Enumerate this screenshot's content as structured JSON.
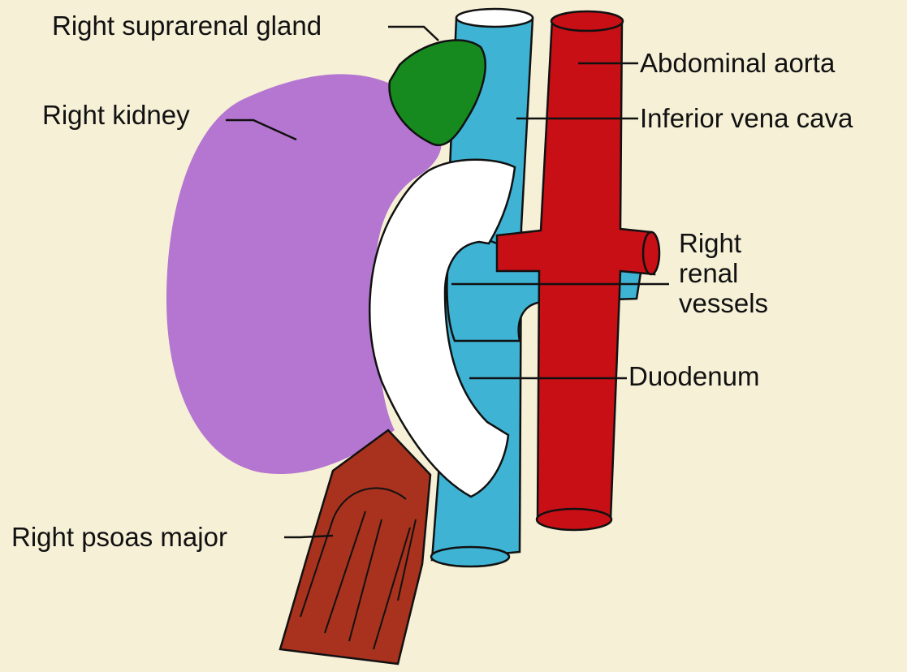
{
  "colors": {
    "background": "#f6f0d7",
    "kidney": "#b06fd0",
    "suprarenal": "#178a1f",
    "vena_cava": "#3fb3d4",
    "aorta": "#c70f15",
    "duodenum": "#ffffff",
    "psoas": "#a8321d",
    "outline": "#111111"
  },
  "labels": {
    "suprarenal": "Right suprarenal gland",
    "kidney": "Right kidney",
    "aorta": "Abdominal aorta",
    "ivc": "Inferior vena cava",
    "renal_vessels": [
      "Right",
      "renal",
      "vessels"
    ],
    "duodenum": "Duodenum",
    "psoas": "Right psoas major"
  }
}
